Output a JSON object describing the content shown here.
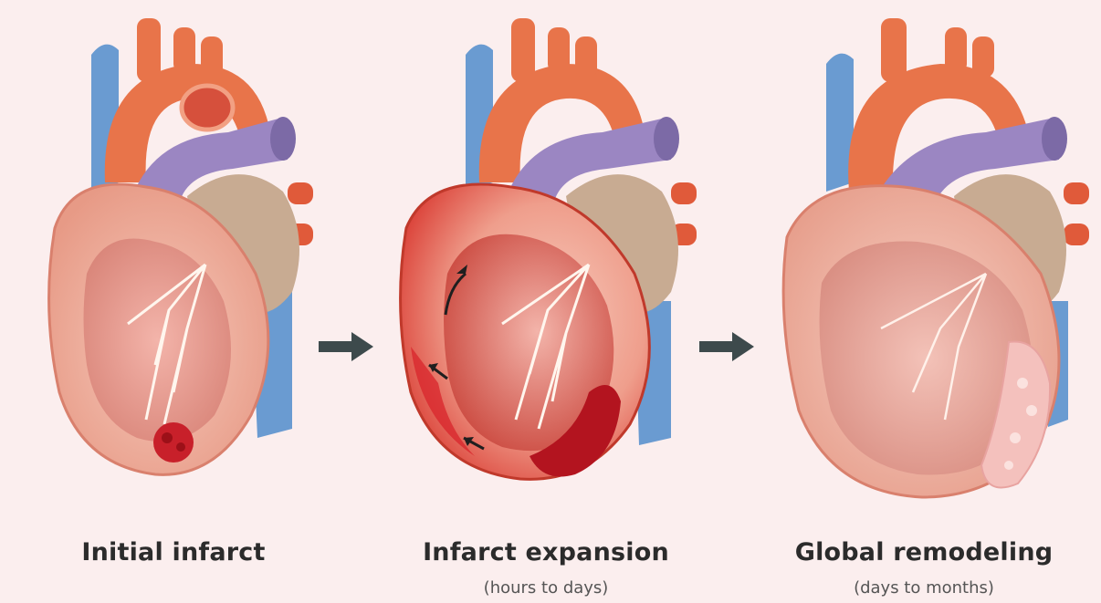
{
  "stages": [
    {
      "title": "Initial infarct",
      "subtitle": ""
    },
    {
      "title": "Infarct expansion",
      "subtitle": "(hours to days)"
    },
    {
      "title": "Global remodeling",
      "subtitle": "(days to months)"
    }
  ],
  "colors": {
    "background": "#fbeeee",
    "aorta": "#e8744a",
    "pulmonary_artery": "#9b86c2",
    "vena_cava": "#6a9bd1",
    "myocardium": "#f2b8a8",
    "atrium": "#c8ab92",
    "infarct": "#c8202a",
    "arrow": "#3d4a4c"
  }
}
